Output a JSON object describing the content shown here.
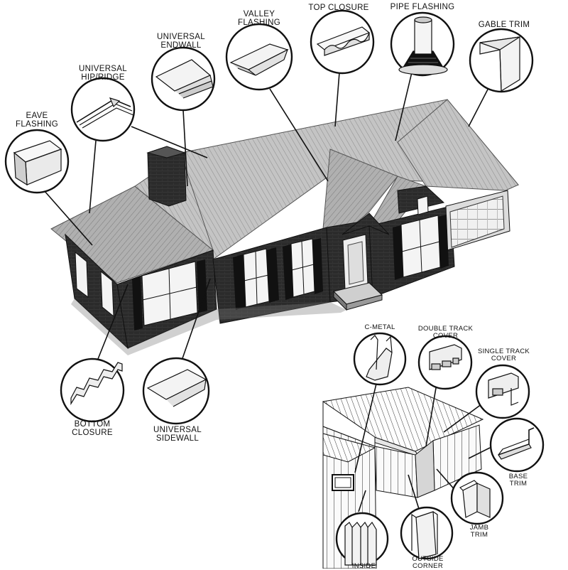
{
  "colors": {
    "ink": "#111111",
    "roof": "#bdbdbd",
    "brick": "#2a2a2a",
    "trim": "#f2f2f2",
    "window": "#e8e8e8",
    "siding": "#f5f5f5"
  },
  "house_callouts": [
    {
      "line1": "EAVE",
      "line2": "FLASHING"
    },
    {
      "line1": "UNIVERSAL",
      "line2": "HIP/RIDGE"
    },
    {
      "line1": "UNIVERSAL",
      "line2": "ENDWALL"
    },
    {
      "line1": "VALLEY",
      "line2": "FLASHING"
    },
    {
      "line1": "TOP CLOSURE",
      "line2": ""
    },
    {
      "line1": "PIPE FLASHING",
      "line2": ""
    },
    {
      "line1": "GABLE TRIM",
      "line2": ""
    },
    {
      "line1": "BOTTOM",
      "line2": "CLOSURE"
    },
    {
      "line1": "UNIVERSAL",
      "line2": "SIDEWALL"
    }
  ],
  "building_callouts": [
    {
      "line1": "C-METAL",
      "line2": ""
    },
    {
      "line1": "DOUBLE TRACK",
      "line2": "COVER"
    },
    {
      "line1": "SINGLE TRACK",
      "line2": "COVER"
    },
    {
      "line1": "BASE",
      "line2": "TRIM"
    },
    {
      "line1": "JAMB",
      "line2": "TRIM"
    },
    {
      "line1": "OUTSIDE",
      "line2": "CORNER"
    },
    {
      "line1": "INSIDE",
      "line2": ""
    }
  ]
}
